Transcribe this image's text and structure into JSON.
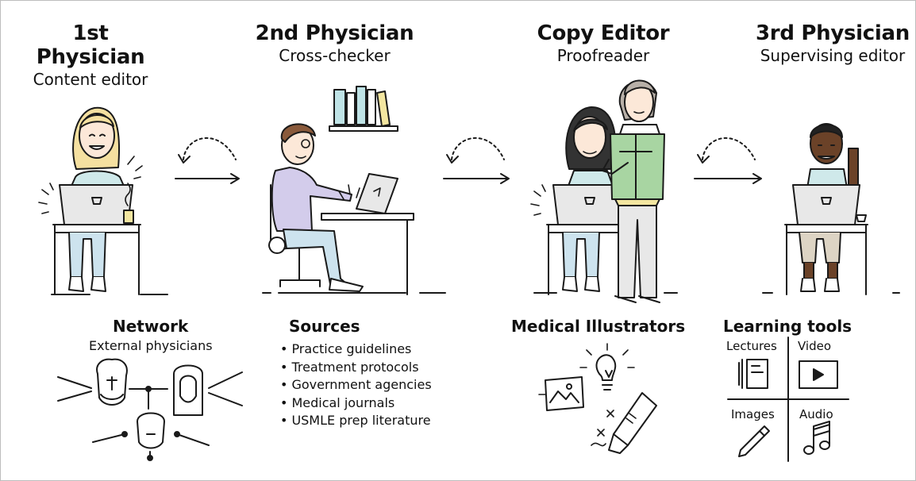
{
  "roles": [
    {
      "title": "1st Physician",
      "subtitle": "Content editor"
    },
    {
      "title": "2nd Physician",
      "subtitle": "Cross-checker"
    },
    {
      "title": "Copy Editor",
      "subtitle": "Proofreader"
    },
    {
      "title": "3rd Physician",
      "subtitle": "Supervising editor"
    }
  ],
  "network": {
    "title": "Network",
    "subtitle": "External physicians"
  },
  "sources": {
    "title": "Sources",
    "items": [
      "Practice guidelines",
      "Treatment protocols",
      "Government agencies",
      "Medical journals",
      "USMLE prep literature"
    ]
  },
  "illustrators": {
    "title": "Medical Illustrators"
  },
  "learning_tools": {
    "title": "Learning tools",
    "labels": [
      "Lectures",
      "Video",
      "Images",
      "Audio"
    ]
  },
  "colors": {
    "line": "#1a1a1a",
    "skin": "#fce8d8",
    "hair_blonde": "#f5e0a0",
    "shirt_teal": "#cfe9ea",
    "pants_blue": "#cde3ee",
    "shirt_purple": "#d3cceb",
    "shirt_green": "#a8d5a2",
    "hair_brown": "#8a5a3b",
    "hair_gray": "#b8b0a8",
    "skin_dark": "#6b4228",
    "shorts": "#ddd4c4",
    "book_teal": "#bfe3e6",
    "book_yellow": "#f3e6a0"
  }
}
